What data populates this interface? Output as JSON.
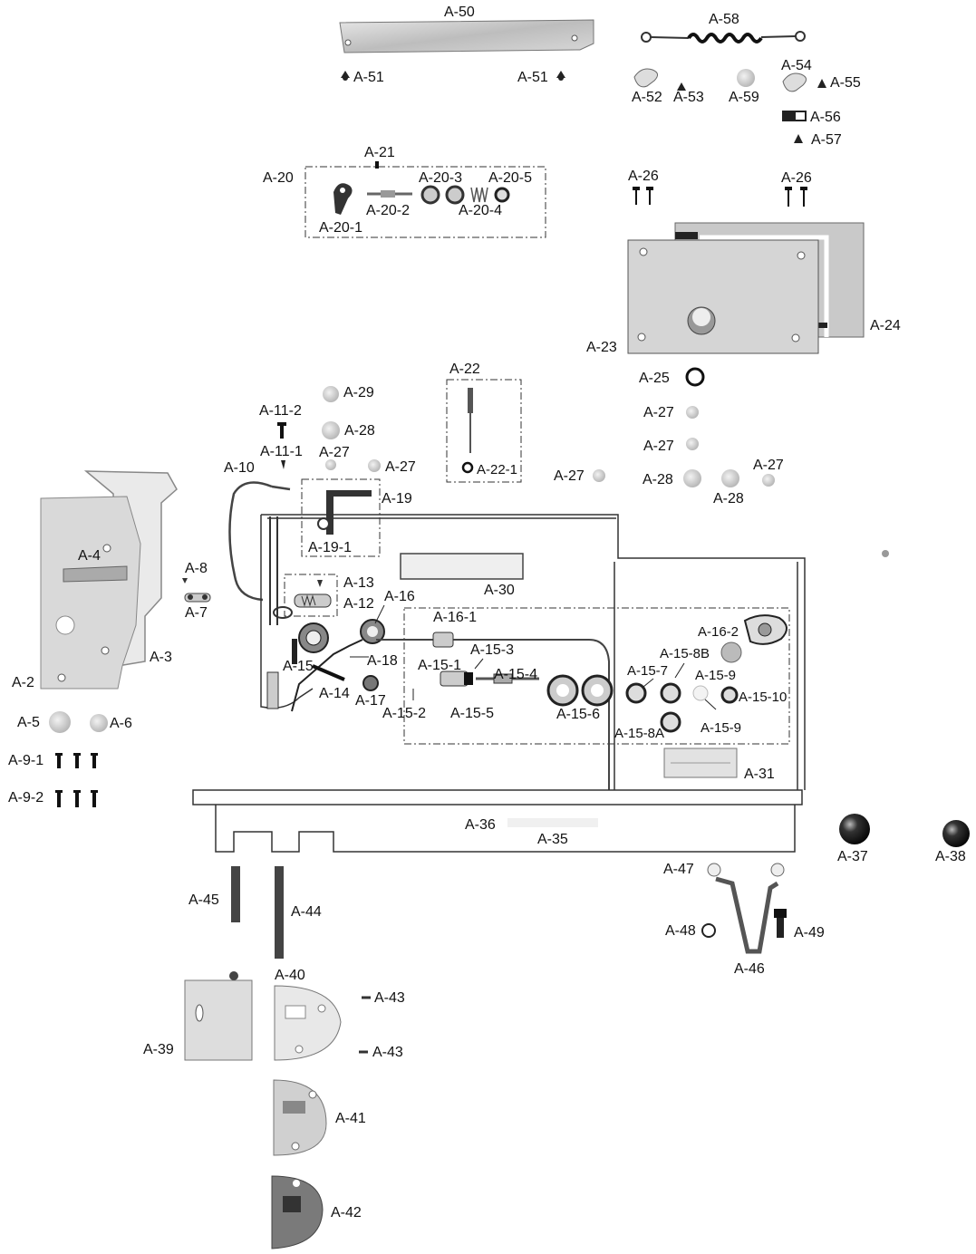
{
  "diagram": {
    "labels": [
      {
        "id": "A-50",
        "text": "A-50"
      },
      {
        "id": "A-51a",
        "text": "A-51"
      },
      {
        "id": "A-51b",
        "text": "A-51"
      },
      {
        "id": "A-58",
        "text": "A-58"
      },
      {
        "id": "A-52",
        "text": "A-52"
      },
      {
        "id": "A-53",
        "text": "A-53"
      },
      {
        "id": "A-59",
        "text": "A-59"
      },
      {
        "id": "A-54",
        "text": "A-54"
      },
      {
        "id": "A-55",
        "text": "A-55"
      },
      {
        "id": "A-56",
        "text": "A-56"
      },
      {
        "id": "A-57",
        "text": "A-57"
      },
      {
        "id": "A-21",
        "text": "A-21"
      },
      {
        "id": "A-20",
        "text": "A-20"
      },
      {
        "id": "A-20-3",
        "text": "A-20-3"
      },
      {
        "id": "A-20-5",
        "text": "A-20-5"
      },
      {
        "id": "A-20-2",
        "text": "A-20-2"
      },
      {
        "id": "A-20-4",
        "text": "A-20-4"
      },
      {
        "id": "A-20-1",
        "text": "A-20-1"
      },
      {
        "id": "A-26a",
        "text": "A-26"
      },
      {
        "id": "A-26b",
        "text": "A-26"
      },
      {
        "id": "A-24",
        "text": "A-24"
      },
      {
        "id": "A-23",
        "text": "A-23"
      },
      {
        "id": "A-25",
        "text": "A-25"
      },
      {
        "id": "A-22",
        "text": "A-22"
      },
      {
        "id": "A-22-1",
        "text": "A-22-1"
      },
      {
        "id": "A-29",
        "text": "A-29"
      },
      {
        "id": "A-11-2",
        "text": "A-11-2"
      },
      {
        "id": "A-28a",
        "text": "A-28"
      },
      {
        "id": "A-11-1",
        "text": "A-11-1"
      },
      {
        "id": "A-27a",
        "text": "A-27"
      },
      {
        "id": "A-27b",
        "text": "A-27"
      },
      {
        "id": "A-27c",
        "text": "A-27"
      },
      {
        "id": "A-27d",
        "text": "A-27"
      },
      {
        "id": "A-27e",
        "text": "A-27"
      },
      {
        "id": "A-27f",
        "text": "A-27"
      },
      {
        "id": "A-28b",
        "text": "A-28"
      },
      {
        "id": "A-28c",
        "text": "A-28"
      },
      {
        "id": "A-10",
        "text": "A-10"
      },
      {
        "id": "A-19",
        "text": "A-19"
      },
      {
        "id": "A-19-1",
        "text": "A-19-1"
      },
      {
        "id": "A-4",
        "text": "A-4"
      },
      {
        "id": "A-8",
        "text": "A-8"
      },
      {
        "id": "A-7",
        "text": "A-7"
      },
      {
        "id": "A-3",
        "text": "A-3"
      },
      {
        "id": "A-2",
        "text": "A-2"
      },
      {
        "id": "A-30",
        "text": "A-30"
      },
      {
        "id": "A-13",
        "text": "A-13"
      },
      {
        "id": "A-12",
        "text": "A-12"
      },
      {
        "id": "A-16",
        "text": "A-16"
      },
      {
        "id": "A-16-1",
        "text": "A-16-1"
      },
      {
        "id": "A-16-2",
        "text": "A-16-2"
      },
      {
        "id": "A-15-3",
        "text": "A-15-3"
      },
      {
        "id": "A-15-8B",
        "text": "A-15-8B"
      },
      {
        "id": "A-15-1",
        "text": "A-15-1"
      },
      {
        "id": "A-15-4",
        "text": "A-15-4"
      },
      {
        "id": "A-15-7",
        "text": "A-15-7"
      },
      {
        "id": "A-15-9a",
        "text": "A-15-9"
      },
      {
        "id": "A-15-10",
        "text": "A-15-10"
      },
      {
        "id": "A-15",
        "text": "A-15"
      },
      {
        "id": "A-18",
        "text": "A-18"
      },
      {
        "id": "A-14",
        "text": "A-14"
      },
      {
        "id": "A-17",
        "text": "A-17"
      },
      {
        "id": "A-15-2",
        "text": "A-15-2"
      },
      {
        "id": "A-15-5",
        "text": "A-15-5"
      },
      {
        "id": "A-15-6",
        "text": "A-15-6"
      },
      {
        "id": "A-15-8A",
        "text": "A-15-8A"
      },
      {
        "id": "A-15-9b",
        "text": "A-15-9"
      },
      {
        "id": "A-31",
        "text": "A-31"
      },
      {
        "id": "A-5",
        "text": "A-5"
      },
      {
        "id": "A-6",
        "text": "A-6"
      },
      {
        "id": "A-9-1",
        "text": "A-9-1"
      },
      {
        "id": "A-9-2",
        "text": "A-9-2"
      },
      {
        "id": "A-36",
        "text": "A-36"
      },
      {
        "id": "A-35",
        "text": "A-35"
      },
      {
        "id": "A-37",
        "text": "A-37"
      },
      {
        "id": "A-38",
        "text": "A-38"
      },
      {
        "id": "A-47",
        "text": "A-47"
      },
      {
        "id": "A-48",
        "text": "A-48"
      },
      {
        "id": "A-49",
        "text": "A-49"
      },
      {
        "id": "A-46",
        "text": "A-46"
      },
      {
        "id": "A-45",
        "text": "A-45"
      },
      {
        "id": "A-44",
        "text": "A-44"
      },
      {
        "id": "A-40",
        "text": "A-40"
      },
      {
        "id": "A-43a",
        "text": "A-43"
      },
      {
        "id": "A-43b",
        "text": "A-43"
      },
      {
        "id": "A-39",
        "text": "A-39"
      },
      {
        "id": "A-41",
        "text": "A-41"
      },
      {
        "id": "A-42",
        "text": "A-42"
      }
    ]
  }
}
